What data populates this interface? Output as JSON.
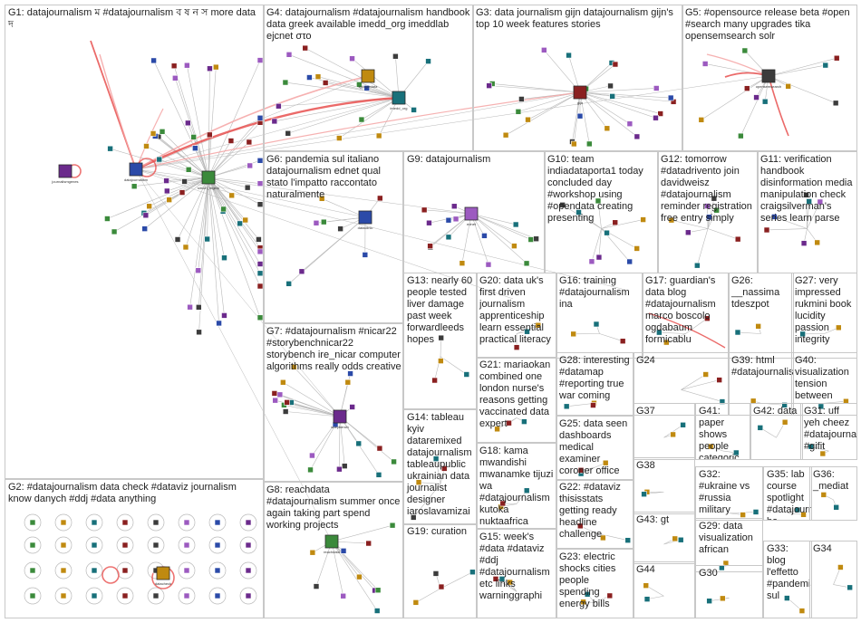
{
  "colors": {
    "group_border": "#c8c8c8",
    "edge_gray": "#b9b9b9",
    "edge_red": "#e8504f",
    "edge_pink": "#f4a3a3",
    "node_palette": [
      "#2b4aa8",
      "#6b2a8c",
      "#3b8a3b",
      "#c08a10",
      "#18707a",
      "#8a2020",
      "#3c3c3c",
      "#9c5ac0"
    ]
  },
  "groups": [
    {
      "id": "G1",
      "label": "G1: datajournalism ম #datajournalism ব ষ ন স more data দ",
      "nodes": 62
    },
    {
      "id": "G4",
      "label": "G4: datajournalism #datajournalism handbook data greek available imedd_org imeddlab ejcnet στο",
      "nodes": 18
    },
    {
      "id": "G3",
      "label": "G3: data journalism gijn datajournalism gijn's top 10 week features stories",
      "nodes": 26
    },
    {
      "id": "G5",
      "label": "G5: #opensource release beta #open #search many upgrades tika opensemsearch solr",
      "nodes": 12
    },
    {
      "id": "G6",
      "label": "G6: pandemia sul italiano datajournalism ednet qual stato l'impatto raccontato naturalmente",
      "nodes": 8
    },
    {
      "id": "G9",
      "label": "G9: datajournalism",
      "nodes": 16
    },
    {
      "id": "G10",
      "label": "G10: team indiadataporta1 today concluded day #workshop using #opendata creating presenting",
      "nodes": 10
    },
    {
      "id": "G12",
      "label": "G12: tomorrow #datadrivento join davidweisz #datajournalism reminder registration free entry simply",
      "nodes": 8
    },
    {
      "id": "G11",
      "label": "G11: verification handbook disinformation media manipulation check craigsilverman's series learn parse",
      "nodes": 7
    },
    {
      "id": "G7",
      "label": "G7: #datajournalism #nicar22 #storybenchnicar22 storybench ire_nicar computer algorithms really odds creative",
      "nodes": 22
    },
    {
      "id": "G13",
      "label": "G13: nearly 60 people tested liver damage past week forwardleeds hopes",
      "nodes": 4
    },
    {
      "id": "G20",
      "label": "G20: data uk's first driven journalism apprenticeship learn essential practical literacy",
      "nodes": 3
    },
    {
      "id": "G16",
      "label": "G16: training #datajournalism ina",
      "nodes": 3
    },
    {
      "id": "G17",
      "label": "G17: guardian's data blog #datajournalism marco boscolo ogdabaum formicablu",
      "nodes": 3
    },
    {
      "id": "G26",
      "label": "G26: __nassima tdeszpot",
      "nodes": 2
    },
    {
      "id": "G27",
      "label": "G27: very impressed rukmini book lucidity passion integrity",
      "nodes": 2
    },
    {
      "id": "G28",
      "label": "G28: interesting #datamap #reporting true war coming",
      "nodes": 3
    },
    {
      "id": "G24",
      "label": "G24",
      "nodes": 3
    },
    {
      "id": "G39",
      "label": "G39: html #datajournalism",
      "nodes": 2
    },
    {
      "id": "G40",
      "label": "G40: visualization tension between",
      "nodes": 2
    },
    {
      "id": "G21",
      "label": "G21: mariaokan combined one london nurse's reasons getting vaccinated data expert",
      "nodes": 3
    },
    {
      "id": "G14",
      "label": "G14: tableau kyiv dataremixed datajournalism tableaupublic ukrainian data journalist designer iaroslavamizai",
      "nodes": 4
    },
    {
      "id": "G25",
      "label": "G25: data seen dashboards medical examiner coroner office",
      "nodes": 3
    },
    {
      "id": "G37",
      "label": "G37",
      "nodes": 2
    },
    {
      "id": "G41",
      "label": "G41: paper shows people categoric",
      "nodes": 2
    },
    {
      "id": "G42",
      "label": "G42: data",
      "nodes": 2
    },
    {
      "id": "G31",
      "label": "G31: uff yeh cheez #datajournalism #gifit",
      "nodes": 2
    },
    {
      "id": "G18",
      "label": "G18: kama mwandishi mwanamke tijuzi wa #datajournalism kutoka nuktaafrica",
      "nodes": 3
    },
    {
      "id": "G38",
      "label": "G38",
      "nodes": 2
    },
    {
      "id": "G32",
      "label": "G32: #ukraine vs #russia military",
      "nodes": 2
    },
    {
      "id": "G35",
      "label": "G35: lab course spotlight #datajournalism ba elective",
      "nodes": 2
    },
    {
      "id": "G36",
      "label": "G36: _mediat",
      "nodes": 2
    },
    {
      "id": "G22",
      "label": "G22: #dataviz thisisstats getting ready headline challenge",
      "nodes": 3
    },
    {
      "id": "G43",
      "label": "G43: gt",
      "nodes": 2
    },
    {
      "id": "G29",
      "label": "G29: data visualization african",
      "nodes": 2
    },
    {
      "id": "G2",
      "label": "G2: #datajournalism data check #dataviz journalism know danych #ddj #data anything",
      "nodes": 32
    },
    {
      "id": "G8",
      "label": "G8: reachdata #datajournalism summer once again taking part spend working projects",
      "nodes": 10
    },
    {
      "id": "G19",
      "label": "G19: curation",
      "nodes": 4
    },
    {
      "id": "G15",
      "label": "G15: week's #data #dataviz #ddj #datajournalism etc links warninggraphi",
      "nodes": 3
    },
    {
      "id": "G23",
      "label": "G23: electric shocks cities people spending energy bills",
      "nodes": 3
    },
    {
      "id": "G44",
      "label": "G44",
      "nodes": 2
    },
    {
      "id": "G30",
      "label": "G30",
      "nodes": 2
    },
    {
      "id": "G33",
      "label": "G33: blog l'effetto #pandemia sul",
      "nodes": 2
    },
    {
      "id": "G34",
      "label": "G34",
      "nodes": 2
    }
  ],
  "hubs": [
    {
      "id": "h1",
      "group": "G1",
      "name": "datajournalism"
    },
    {
      "id": "h2",
      "group": "G1",
      "name": "journalismgenes"
    },
    {
      "id": "h3",
      "group": "G1",
      "name": "simon_rogers"
    },
    {
      "id": "h4",
      "group": "G4",
      "name": "igoogledata"
    },
    {
      "id": "h5",
      "group": "G4",
      "name": "imedd_org"
    },
    {
      "id": "h6",
      "group": "G3",
      "name": "gijn"
    },
    {
      "id": "h7",
      "group": "G5",
      "name": "opensemsearch"
    },
    {
      "id": "h8",
      "group": "G9",
      "name": "ednet"
    },
    {
      "id": "h9",
      "group": "G6",
      "name": "dataclinic"
    },
    {
      "id": "h10",
      "group": "G7",
      "name": "storybench"
    },
    {
      "id": "h11",
      "group": "G8",
      "name": "reachdata"
    },
    {
      "id": "h12",
      "group": "G2",
      "name": "datacheck"
    }
  ]
}
